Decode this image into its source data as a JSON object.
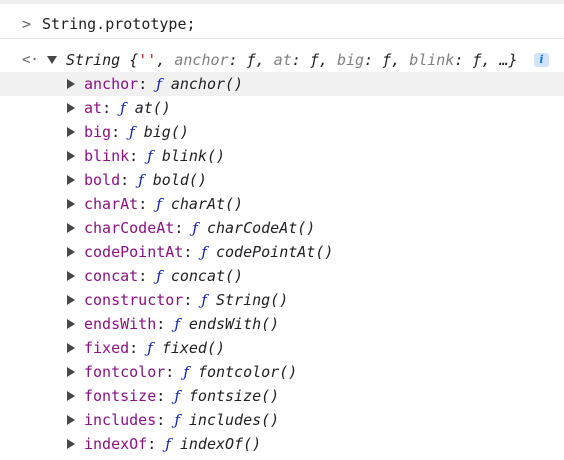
{
  "input": {
    "prompt_icon": "chevron-right-icon",
    "prompt_glyph": ">",
    "command": "String.prototype;"
  },
  "result": {
    "back_glyph": "<·",
    "object_name": "String",
    "open_brace": " {",
    "preview": [
      {
        "kind": "string",
        "text": "''"
      },
      {
        "kind": "sep",
        "text": ", "
      },
      {
        "kind": "key",
        "text": "anchor"
      },
      {
        "kind": "punct",
        "text": ": "
      },
      {
        "kind": "val",
        "text": "ƒ"
      },
      {
        "kind": "sep",
        "text": ", "
      },
      {
        "kind": "key",
        "text": "at"
      },
      {
        "kind": "punct",
        "text": ": "
      },
      {
        "kind": "val",
        "text": "ƒ"
      },
      {
        "kind": "sep",
        "text": ", "
      },
      {
        "kind": "key",
        "text": "big"
      },
      {
        "kind": "punct",
        "text": ": "
      },
      {
        "kind": "val",
        "text": "ƒ"
      },
      {
        "kind": "sep",
        "text": ", "
      },
      {
        "kind": "key",
        "text": "blink"
      },
      {
        "kind": "punct",
        "text": ": "
      },
      {
        "kind": "val",
        "text": "ƒ"
      },
      {
        "kind": "sep",
        "text": ", "
      },
      {
        "kind": "val",
        "text": "…"
      }
    ],
    "close_brace": "}",
    "info_badge": "i"
  },
  "properties": [
    {
      "key": "anchor",
      "fn": "anchor()"
    },
    {
      "key": "at",
      "fn": "at()"
    },
    {
      "key": "big",
      "fn": "big()"
    },
    {
      "key": "blink",
      "fn": "blink()"
    },
    {
      "key": "bold",
      "fn": "bold()"
    },
    {
      "key": "charAt",
      "fn": "charAt()"
    },
    {
      "key": "charCodeAt",
      "fn": "charCodeAt()"
    },
    {
      "key": "codePointAt",
      "fn": "codePointAt()"
    },
    {
      "key": "concat",
      "fn": "concat()"
    },
    {
      "key": "constructor",
      "fn": "String()"
    },
    {
      "key": "endsWith",
      "fn": "endsWith()"
    },
    {
      "key": "fixed",
      "fn": "fixed()"
    },
    {
      "key": "fontcolor",
      "fn": "fontcolor()"
    },
    {
      "key": "fontsize",
      "fn": "fontsize()"
    },
    {
      "key": "includes",
      "fn": "includes()"
    },
    {
      "key": "indexOf",
      "fn": "indexOf()"
    }
  ],
  "fn_glyph": "ƒ",
  "colors": {
    "property_key": "#881280",
    "function_marker": "#0d22aa",
    "string": "#c41a16",
    "row_highlight": "#f1f1f1"
  }
}
